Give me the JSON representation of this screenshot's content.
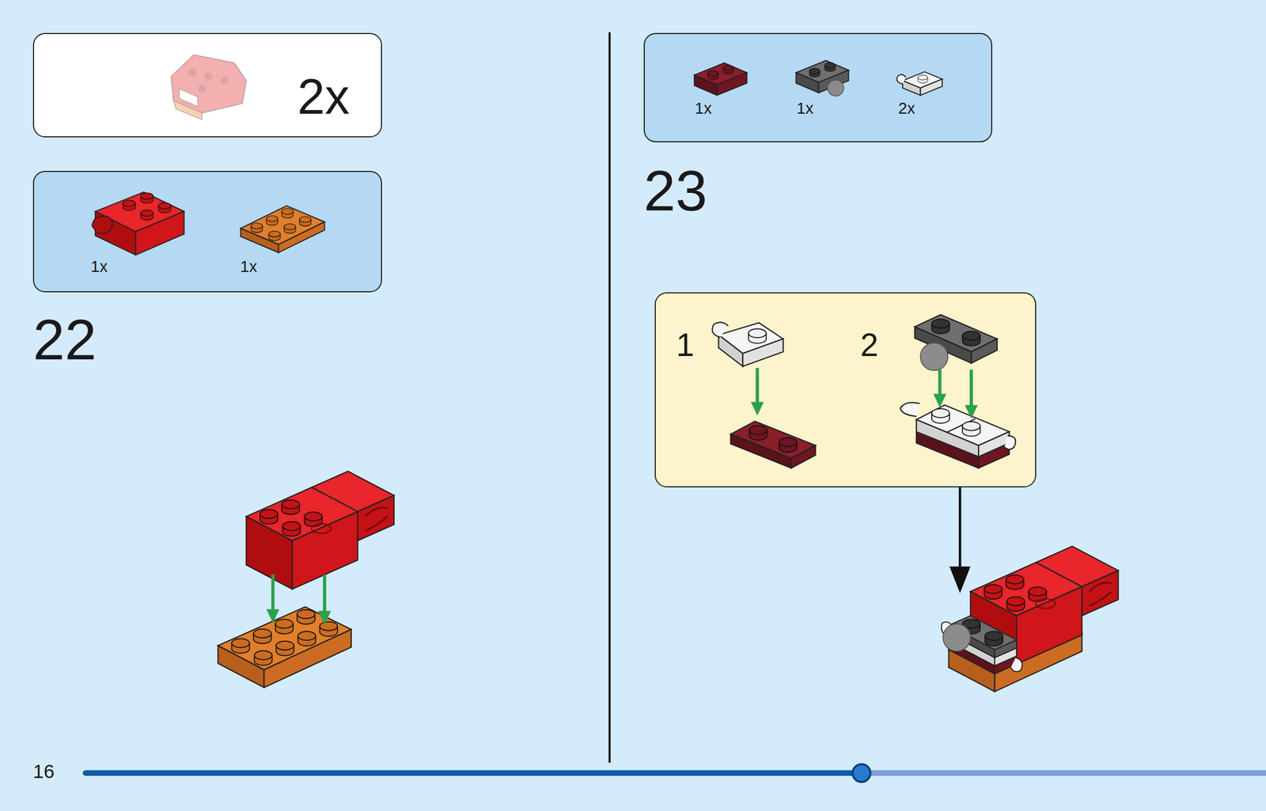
{
  "diagram": {
    "nodes": [
      {
        "text": [
          "2x"
        ]
      },
      {
        "text": [
          "1x",
          "1x"
        ]
      },
      {
        "text": [
          "1x",
          "1x",
          "2x"
        ]
      },
      {
        "text": [
          "1",
          "2"
        ]
      }
    ],
    "labels": [
      "22",
      "23",
      "16"
    ]
  }
}
